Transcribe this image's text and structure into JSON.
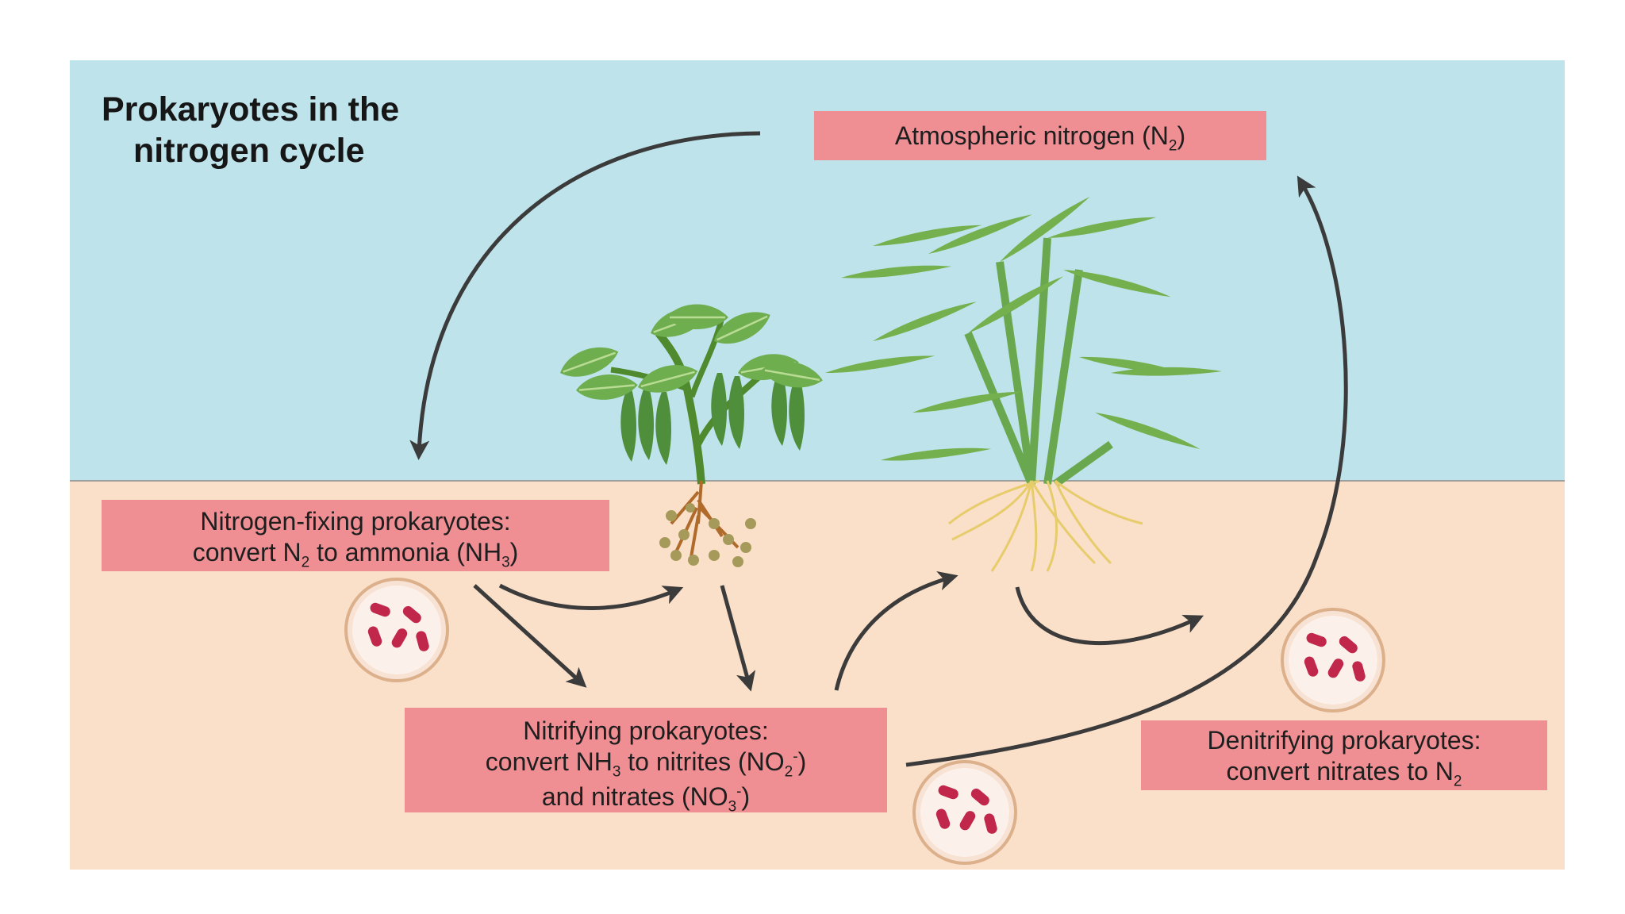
{
  "title": {
    "line1": "Prokaryotes in the",
    "line2": "nitrogen cycle"
  },
  "boxes": {
    "atmospheric": {
      "text": "Atmospheric nitrogen (N",
      "sub": "2",
      "tail": ")"
    },
    "fixing": {
      "line1": "Nitrogen-fixing prokaryotes:",
      "line2_a": "convert N",
      "line2_sub1": "2",
      "line2_b": " to ammonia (NH",
      "line2_sub2": "3",
      "line2_c": ")"
    },
    "nitrifying": {
      "line1": "Nitrifying prokaryotes:",
      "line2_a": "convert NH",
      "line2_sub1": "3",
      "line2_b": " to nitrites (NO",
      "line2_sub2": "2",
      "line2_sup": "-",
      "line2_c": ")",
      "line3_a": "and nitrates (NO",
      "line3_sub": "3",
      "line3_sup": "-",
      "line3_c": ")"
    },
    "denitrifying": {
      "line1": "Denitrifying prokaryotes:",
      "line2_a": "convert nitrates to N",
      "line2_sub": "2"
    }
  },
  "colors": {
    "sky": "#bee3ea",
    "soil": "#fadfc9",
    "box": "#ef8f93",
    "arrow": "#3b3b3b",
    "leaf": "#6aa84f",
    "root": "#e6cc6a",
    "bacteria": "#c0274a"
  },
  "icons": [
    "bacteria-icon",
    "legume-plant-icon",
    "grass-plant-icon"
  ]
}
